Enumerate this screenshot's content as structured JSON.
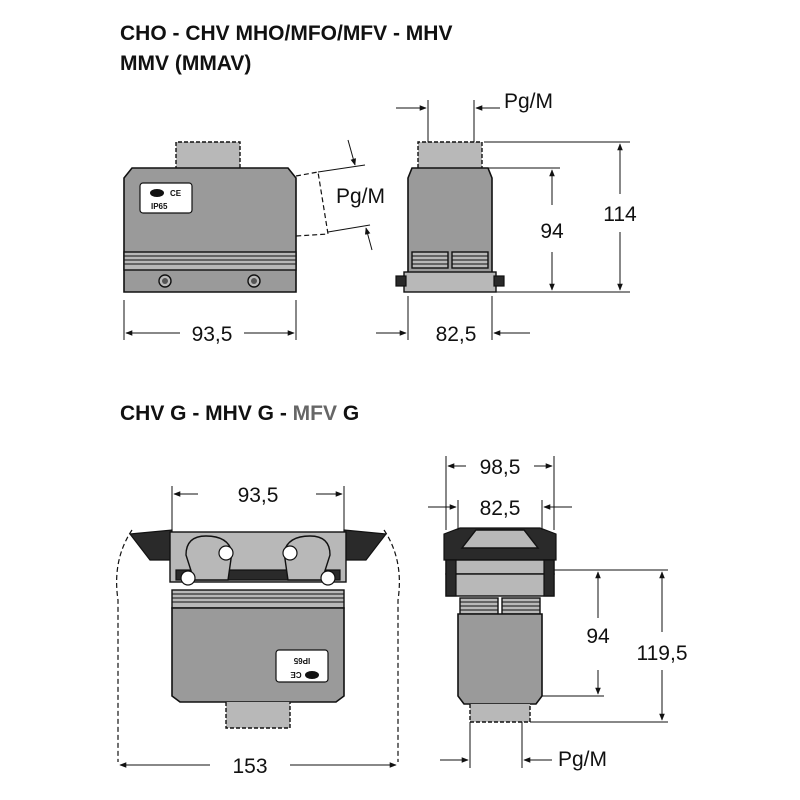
{
  "titles": {
    "top_line1": "CHO - CHV  MHO/MFO/MFV - MHV",
    "top_line2": "MMV (MMAV)",
    "bottom_part1": "CHV G - MHV G - ",
    "bottom_part2": "MFV",
    "bottom_part3": " G"
  },
  "colors": {
    "title_highlight": "#666666",
    "body_fill": "#9a9a9a",
    "dark_fill": "#2a2a2a"
  },
  "top_front": {
    "width_dim": "93,5",
    "pg_label": "Pg/M",
    "label_ip": "IP65",
    "label_ce": "CE"
  },
  "top_side": {
    "width_dim": "82,5",
    "height_dim_inner": "94",
    "height_dim_outer": "114",
    "pg_label": "Pg/M"
  },
  "bottom_front": {
    "width_dim_inner": "93,5",
    "width_dim_outer": "153",
    "label_ip": "IP65",
    "label_ce": "CE"
  },
  "bottom_side": {
    "width_dim_outer": "98,5",
    "width_dim_inner": "82,5",
    "height_dim_inner": "94",
    "height_dim_outer": "119,5",
    "pg_label": "Pg/M"
  }
}
